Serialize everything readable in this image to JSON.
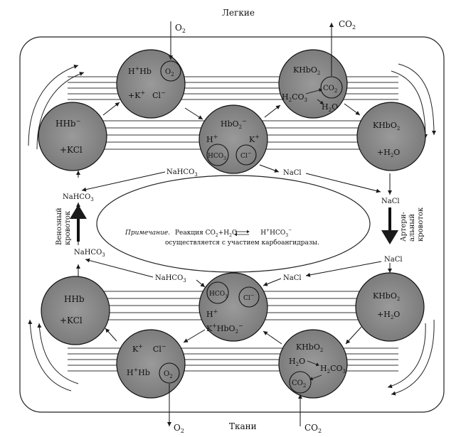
{
  "title_top": "Легкие",
  "title_bottom": "Ткани",
  "gas": {
    "o2": "O",
    "co2": "CO",
    "sub2": "2"
  },
  "side": {
    "venous_1": "Венозный",
    "venous_2": "кровоток",
    "arterial_1": "Артери-",
    "arterial_2": "альный",
    "arterial_3": "кровоток"
  },
  "flow": {
    "nahco3": "NaHCO",
    "nacl": "NaCl",
    "sub3": "3"
  },
  "note": {
    "label": "Примечание.",
    "text_a": "Реакция CO",
    "text_b": "+H",
    "text_c": "O",
    "text_d": "H",
    "text_e": "HCO",
    "line2": "осуществляется с участием карбоангидразы."
  },
  "cells": {
    "hhb_minus": "HHb",
    "kcl": "+KCl",
    "h_hb": "H",
    "hb": "Hb",
    "k_plus": "+K",
    "cl": "Cl",
    "khbo2": "KHbO",
    "h2co3": "H",
    "h2o": "H",
    "hbo2": "HbO",
    "h": "H",
    "k": "K",
    "hco3": "HCO",
    "plus_h2o": "+H",
    "hhb": "HHb",
    "k_hbo2": "K",
    "hbo2_minus": "HbO"
  },
  "colors": {
    "cell_fill": "#8a8a8a",
    "ink": "#1a1a1a"
  }
}
